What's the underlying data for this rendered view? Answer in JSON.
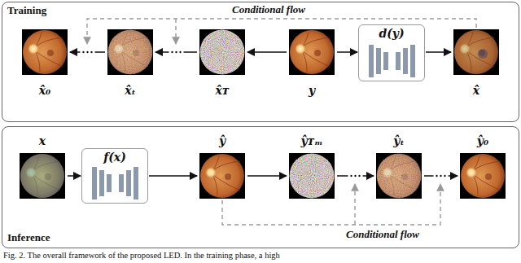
{
  "diagram": {
    "caption": "Fig. 2. The overall framework of the proposed LED. In the training phase, a high",
    "nodes": [
      {
        "text": [
          "Training"
        ]
      },
      {
        "text": [
          "x̂₀"
        ],
        "in": 0
      },
      {
        "text": [
          "x̂ₜ"
        ],
        "in": 0
      },
      {
        "text": [
          "x̂ᴛ"
        ],
        "in": 0
      },
      {
        "text": [
          "y"
        ],
        "in": 0
      },
      {
        "text": [
          "d(y)"
        ],
        "in": 0
      },
      {
        "text": [
          "x̂"
        ],
        "in": 0
      },
      {
        "text": [
          "Inference"
        ]
      },
      {
        "text": [
          "x"
        ],
        "in": 7
      },
      {
        "text": [
          "f(x)"
        ],
        "in": 7
      },
      {
        "text": [
          "ŷ"
        ],
        "in": 7
      },
      {
        "text": [
          "ŷᴛₘ"
        ],
        "in": 7
      },
      {
        "text": [
          "ŷₜ"
        ],
        "in": 7
      },
      {
        "text": [
          "ŷ₀"
        ],
        "in": 7
      }
    ],
    "edges": [
      {
        "from": 4,
        "to": 3,
        "arrow": "to"
      },
      {
        "from": 3,
        "to": 2,
        "arrow": "to"
      },
      {
        "from": 2,
        "to": 1,
        "arrow": "to"
      },
      {
        "from": 4,
        "to": 5,
        "arrow": "to"
      },
      {
        "from": 5,
        "to": 6,
        "arrow": "to"
      },
      {
        "from": 8,
        "to": 9,
        "arrow": "to"
      },
      {
        "from": 9,
        "to": 10,
        "arrow": "to"
      },
      {
        "from": 10,
        "to": 11,
        "arrow": "to"
      },
      {
        "from": 11,
        "to": 12,
        "arrow": "to"
      },
      {
        "from": 12,
        "to": 13,
        "arrow": "to"
      }
    ],
    "labels": [
      "Conditional flow",
      "Conditional flow"
    ]
  }
}
